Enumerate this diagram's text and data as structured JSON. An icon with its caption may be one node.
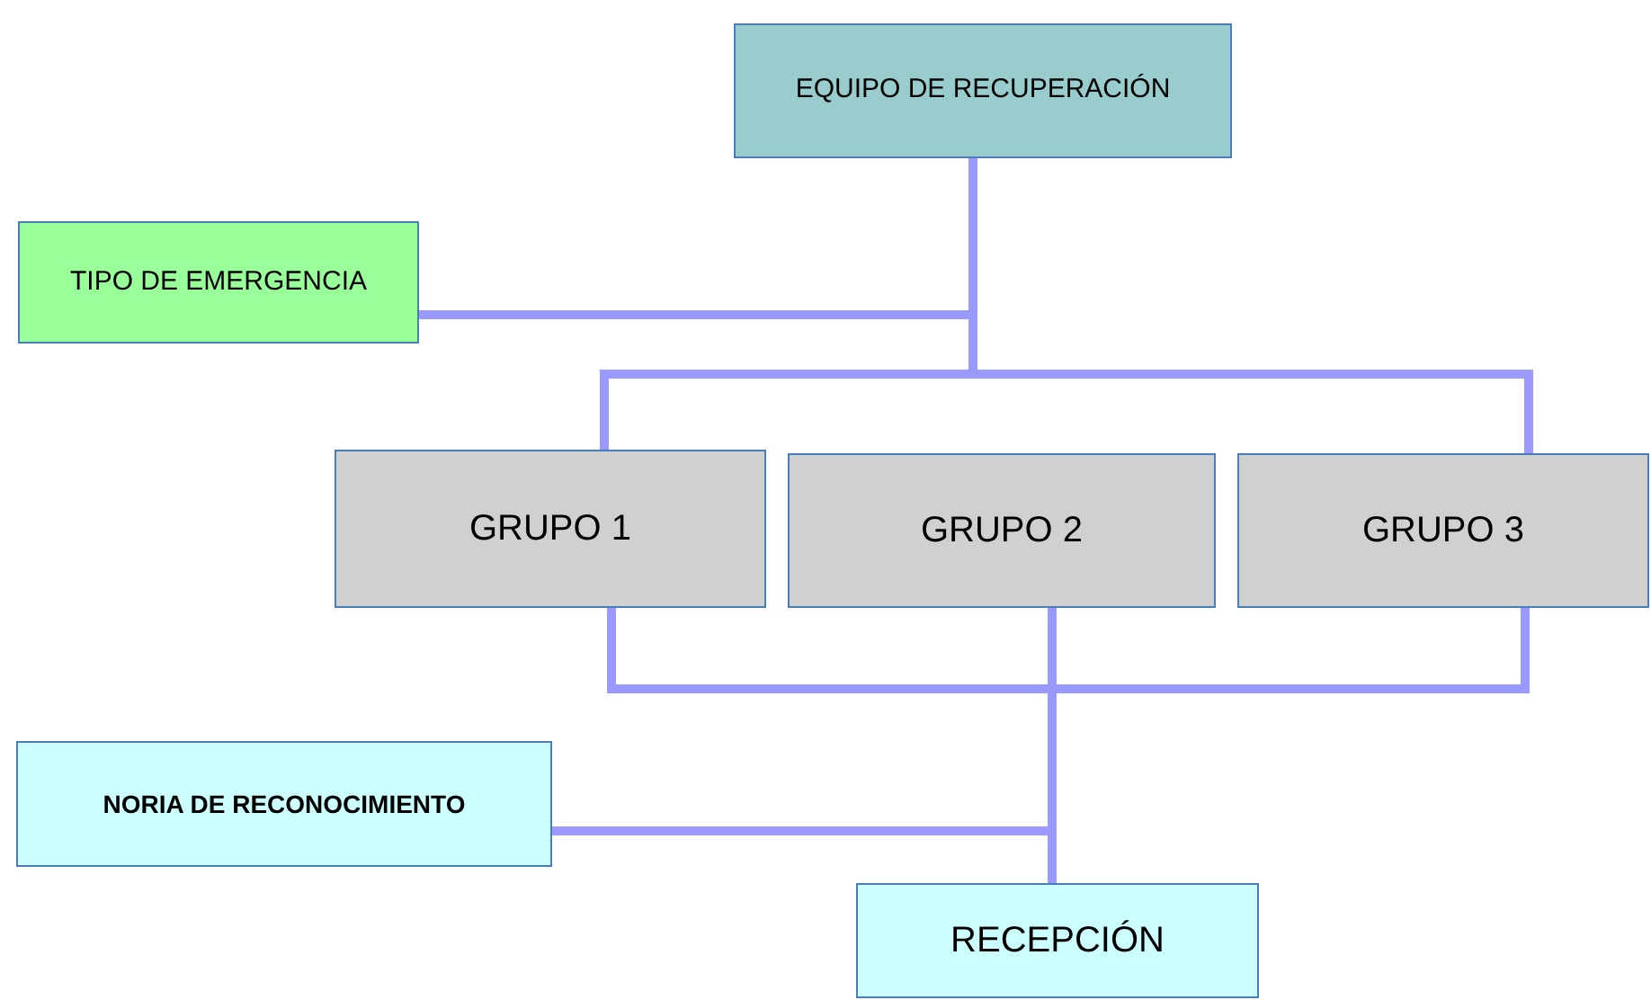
{
  "diagram": {
    "nodes": [
      {
        "text": [
          "EQUIPO DE RECUPERACIÓN"
        ]
      },
      {
        "text": [
          "TIPO DE EMERGENCIA"
        ]
      },
      {
        "text": [
          "GRUPO 1"
        ]
      },
      {
        "text": [
          "GRUPO 2"
        ]
      },
      {
        "text": [
          "GRUPO 3"
        ]
      },
      {
        "text": [
          "NORIA DE RECONOCIMIENTO"
        ]
      },
      {
        "text": [
          "RECEPCIÓN"
        ]
      }
    ],
    "edges": [
      {
        "from": 1,
        "to": 0,
        "arrow": "none"
      },
      {
        "from": 0,
        "to": 2,
        "arrow": "none"
      },
      {
        "from": 0,
        "to": 4,
        "arrow": "none"
      },
      {
        "from": 2,
        "to": 6,
        "arrow": "none"
      },
      {
        "from": 3,
        "to": 6,
        "arrow": "none"
      },
      {
        "from": 4,
        "to": 6,
        "arrow": "none"
      },
      {
        "from": 5,
        "to": 6,
        "arrow": "none"
      }
    ]
  }
}
